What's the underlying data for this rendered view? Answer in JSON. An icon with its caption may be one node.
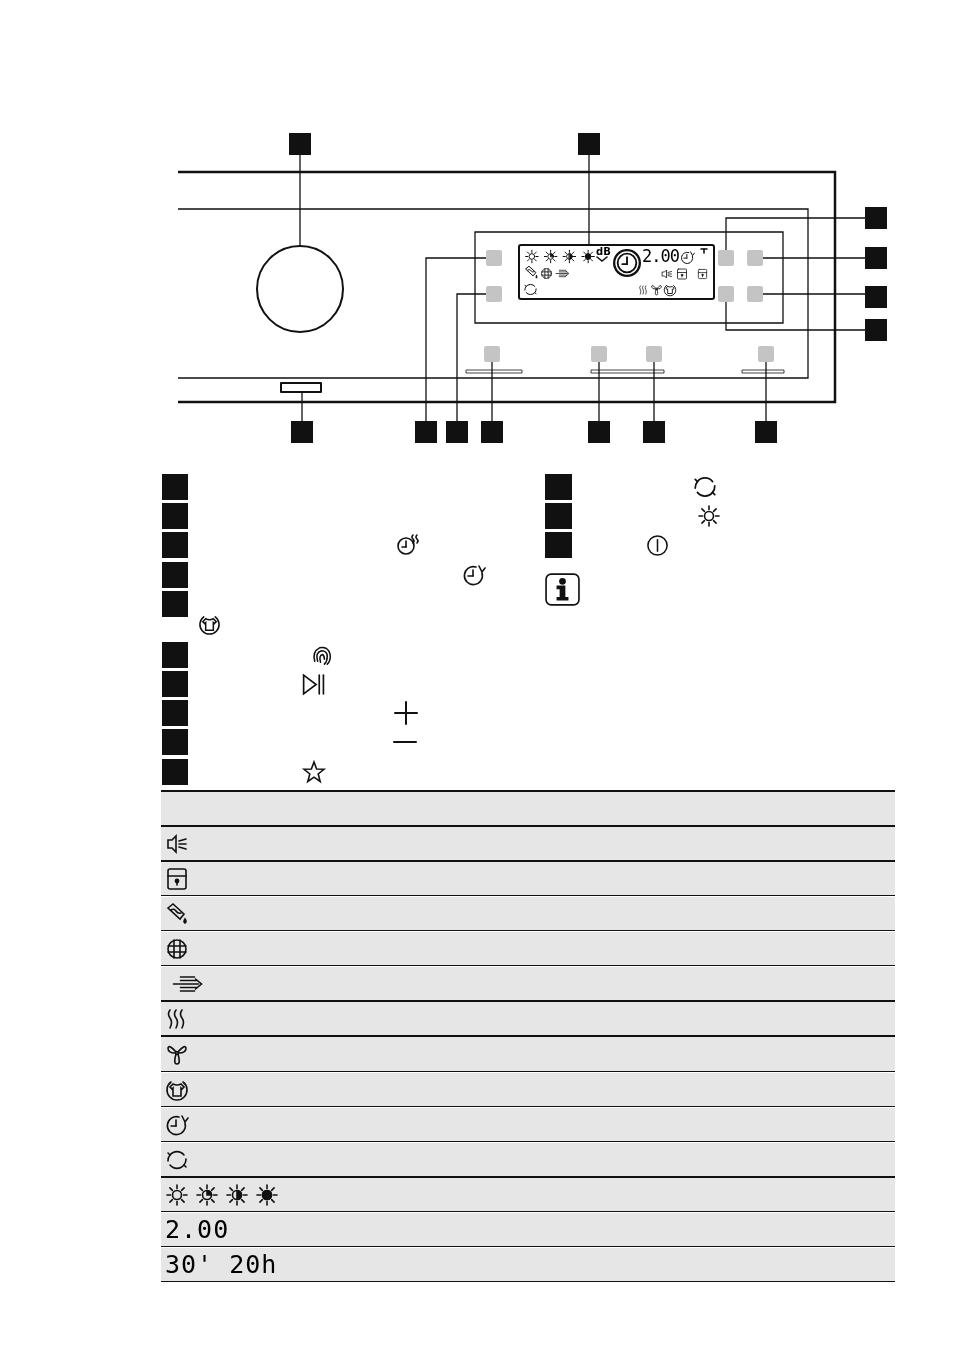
{
  "diagram": {
    "nodes": [
      {
        "text": [],
        "shape": "box"
      },
      {
        "text": [],
        "shape": "box"
      },
      {
        "text": [],
        "shape": "box"
      },
      {
        "text": [],
        "shape": "box"
      },
      {
        "text": [],
        "shape": "box"
      },
      {
        "text": [],
        "shape": "box"
      },
      {
        "text": [],
        "shape": "box"
      },
      {
        "text": [],
        "shape": "box"
      },
      {
        "text": [],
        "shape": "box"
      },
      {
        "text": [],
        "shape": "box"
      },
      {
        "text": [],
        "shape": "box"
      },
      {
        "text": [],
        "shape": "box"
      },
      {
        "text": [],
        "shape": "box"
      },
      {
        "text": [],
        "shape": "circle"
      },
      {
        "text": [
          "dB",
          "2.00"
        ]
      },
      {
        "text": [],
        "shape": "box"
      },
      {
        "text": [],
        "shape": "box"
      },
      {
        "text": [],
        "shape": "box"
      },
      {
        "text": [],
        "shape": "box"
      },
      {
        "text": [],
        "shape": "bar"
      },
      {
        "text": [],
        "shape": "box"
      },
      {
        "text": [],
        "shape": "box"
      },
      {
        "text": [],
        "shape": "box"
      },
      {
        "text": [],
        "shape": "box"
      },
      {
        "text": [],
        "shape": "box"
      },
      {
        "text": [],
        "shape": "box"
      }
    ],
    "edges": [
      {
        "from": 0,
        "to": 13,
        "arrow": "none"
      },
      {
        "from": 1,
        "to": 14,
        "arrow": "none"
      },
      {
        "from": 2,
        "to": 15,
        "arrow": "none"
      },
      {
        "from": 3,
        "to": 16,
        "arrow": "none"
      },
      {
        "from": 4,
        "to": 17,
        "arrow": "none"
      },
      {
        "from": 5,
        "to": 18,
        "arrow": "none"
      },
      {
        "from": 6,
        "to": 19,
        "arrow": "none"
      },
      {
        "from": 7,
        "to": 20,
        "arrow": "none"
      },
      {
        "from": 8,
        "to": 21,
        "arrow": "none"
      },
      {
        "from": 9,
        "to": 22,
        "arrow": "none"
      },
      {
        "from": 10,
        "to": 23,
        "arrow": "none"
      },
      {
        "from": 11,
        "to": 24,
        "arrow": "none"
      },
      {
        "from": 12,
        "to": 25,
        "arrow": "none"
      }
    ],
    "labels": [
      "2.00",
      "30' 20h"
    ]
  }
}
